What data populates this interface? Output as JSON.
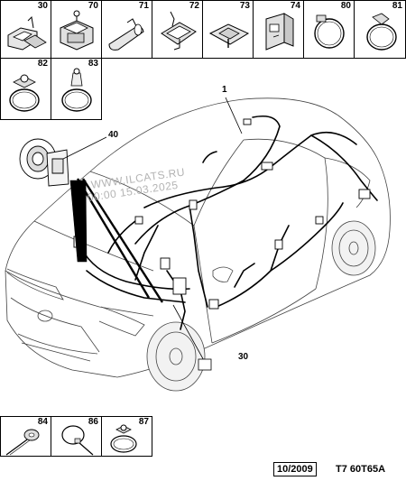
{
  "parts_top": [
    {
      "num": "30",
      "icon": "cable-clip-icon"
    },
    {
      "num": "70",
      "icon": "connector-clip-icon"
    },
    {
      "num": "71",
      "icon": "pipe-clip-icon"
    },
    {
      "num": "72",
      "icon": "harness-clip-icon"
    },
    {
      "num": "73",
      "icon": "fastener-clip-icon"
    },
    {
      "num": "74",
      "icon": "bracket-clip-icon"
    },
    {
      "num": "80",
      "icon": "cable-tie-ring-icon"
    },
    {
      "num": "81",
      "icon": "clamp-ring-icon"
    }
  ],
  "parts_second": [
    {
      "num": "82",
      "icon": "tie-with-stud-icon"
    },
    {
      "num": "83",
      "icon": "tie-with-pin-icon"
    }
  ],
  "parts_bottom": [
    {
      "num": "84",
      "icon": "tie-strap-icon"
    },
    {
      "num": "86",
      "icon": "loop-tie-icon"
    },
    {
      "num": "87",
      "icon": "stud-tie-icon"
    }
  ],
  "callouts": {
    "harness": "1",
    "grommet": "40",
    "clip": "30"
  },
  "watermark": {
    "line1": "WWW.ILCATS.RU",
    "line2": "00:00 15.03.2025"
  },
  "footer": {
    "date": "10/2009",
    "reference": "T7 60T65A"
  }
}
